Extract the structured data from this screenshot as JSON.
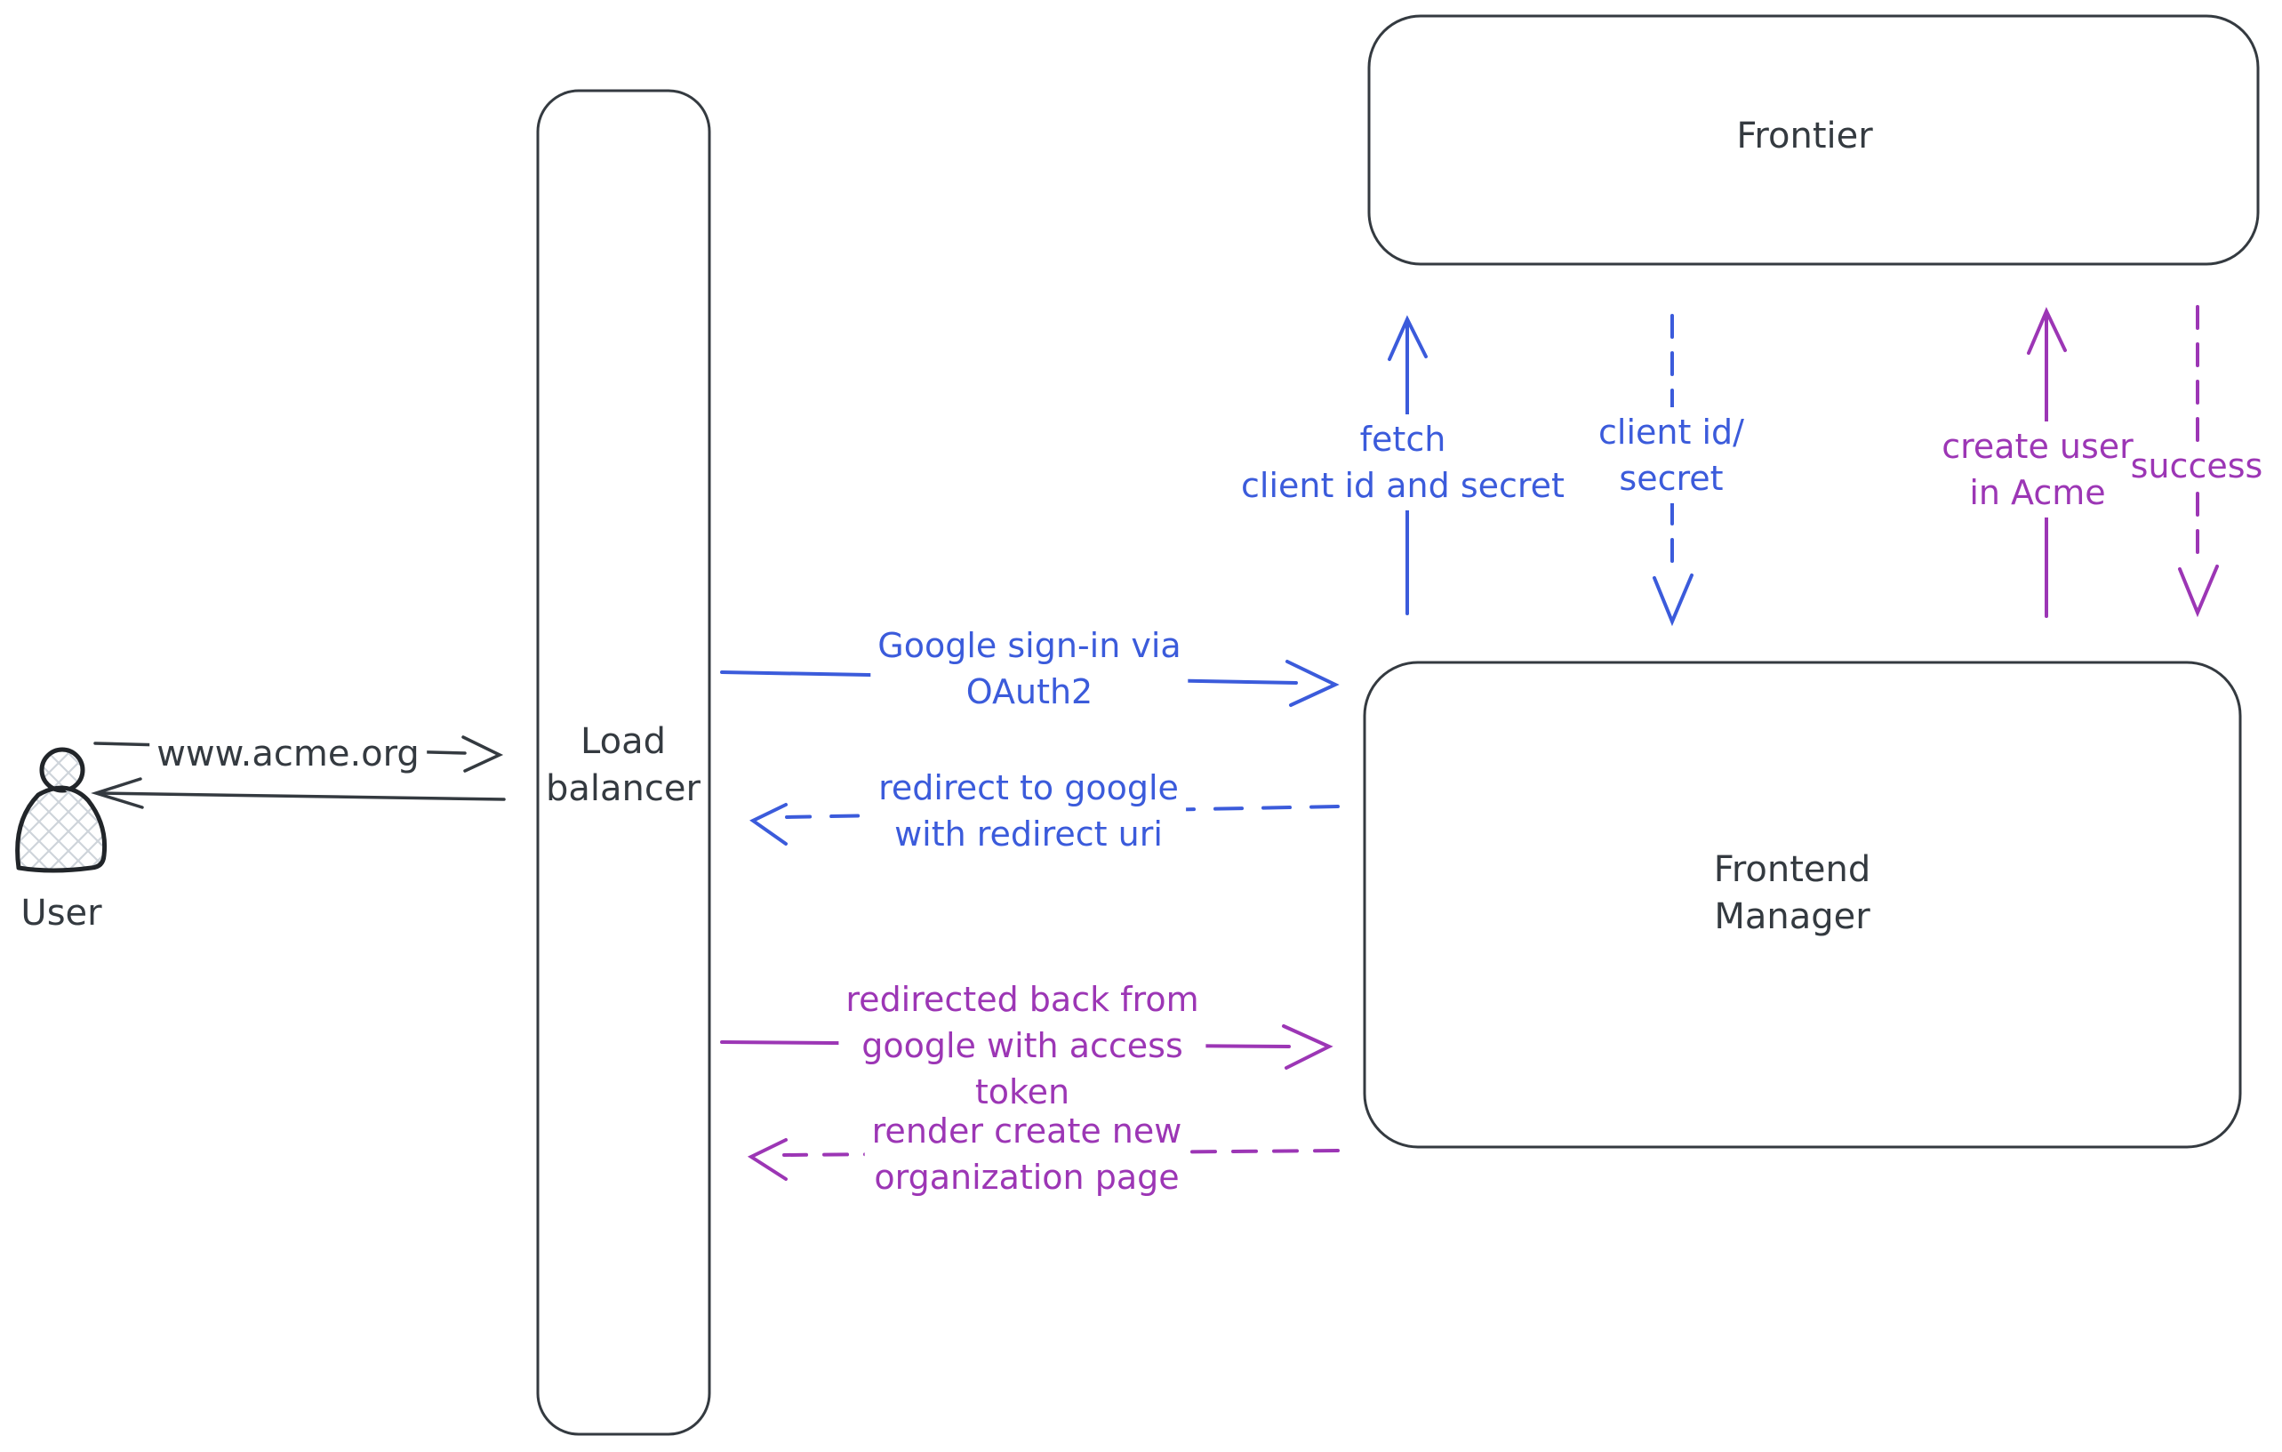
{
  "diagram": {
    "colors": {
      "stroke_dark": "#343a40",
      "user_outline": "#212529",
      "blue": "#3b5bdb",
      "purple": "#9c36b5",
      "hatch_fill": "#ced4da",
      "background": "#ffffff"
    },
    "nodes": {
      "user": {
        "label": "User",
        "shape": "person"
      },
      "load_balancer": {
        "label_line1": "Load",
        "label_line2": "balancer",
        "shape": "rounded-rect"
      },
      "frontier": {
        "label": "Frontier",
        "shape": "rounded-rect"
      },
      "frontend_manager": {
        "label_line1": "Frontend",
        "label_line2": "Manager",
        "shape": "rounded-rect"
      }
    },
    "edges": {
      "acme_request": {
        "from": "user",
        "to": "load_balancer",
        "style": "solid",
        "color": "dark",
        "label": "www.acme.org"
      },
      "acme_response": {
        "from": "load_balancer",
        "to": "user",
        "style": "solid",
        "color": "dark",
        "label": ""
      },
      "google_signin": {
        "from": "load_balancer",
        "to": "frontend_manager",
        "style": "solid",
        "color": "blue",
        "line1": "Google sign-in via",
        "line2": "OAuth2"
      },
      "redirect_google": {
        "from": "frontend_manager",
        "to": "load_balancer",
        "style": "dashed",
        "color": "blue",
        "line1": "redirect to google",
        "line2": "with redirect uri"
      },
      "fetch_client": {
        "from": "frontend_manager",
        "to": "frontier",
        "style": "solid",
        "color": "blue",
        "line1": "fetch",
        "line2": "client id and secret"
      },
      "client_id_secret": {
        "from": "frontier",
        "to": "frontend_manager",
        "style": "dashed",
        "color": "blue",
        "line1": "client id/",
        "line2": "secret"
      },
      "redirected_back": {
        "from": "load_balancer",
        "to": "frontend_manager",
        "style": "solid",
        "color": "purple",
        "line1": "redirected back from",
        "line2": "google with access",
        "line3": "token"
      },
      "render_page": {
        "from": "frontend_manager",
        "to": "load_balancer",
        "style": "dashed",
        "color": "purple",
        "line1": "render create new",
        "line2": "organization page"
      },
      "create_user": {
        "from": "frontend_manager",
        "to": "frontier",
        "style": "solid",
        "color": "purple",
        "line1": "create user",
        "line2": "in Acme"
      },
      "success": {
        "from": "frontier",
        "to": "frontend_manager",
        "style": "dashed",
        "color": "purple",
        "label": "success"
      }
    }
  }
}
